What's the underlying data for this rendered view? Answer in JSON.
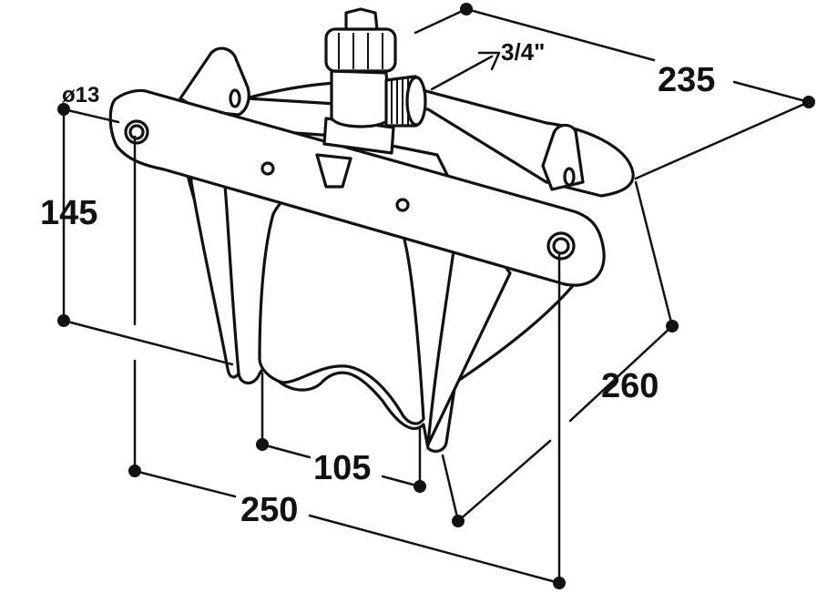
{
  "diagram": {
    "labels": {
      "hole_diameter": "ø13",
      "thread_size": "3/4\"",
      "width_top": "235",
      "height": "145",
      "depth": "260",
      "inner_width": "105",
      "outer_width": "250"
    }
  }
}
